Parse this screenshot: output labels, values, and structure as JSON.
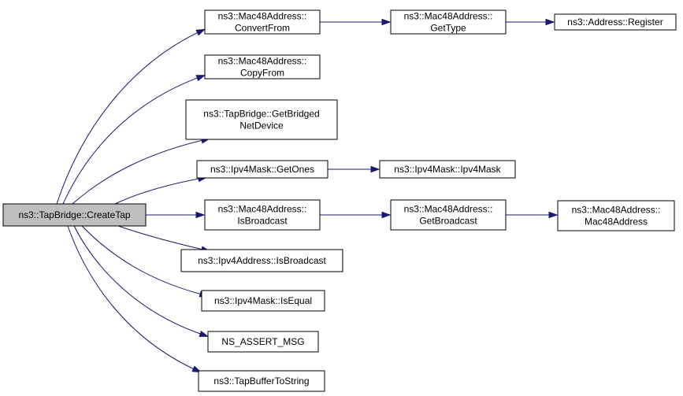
{
  "colors": {
    "root_fill": "#bfbfbf",
    "node_fill": "#ffffff",
    "node_stroke": "#000000",
    "edge": "#191970"
  },
  "nodes": {
    "create_tap": [
      "ns3::TapBridge::CreateTap"
    ],
    "convert_from": [
      "ns3::Mac48Address::",
      "ConvertFrom"
    ],
    "get_type": [
      "ns3::Mac48Address::",
      "GetType"
    ],
    "address_register": [
      "ns3::Address::Register"
    ],
    "copy_from": [
      "ns3::Mac48Address::",
      "CopyFrom"
    ],
    "get_bridged_net_device": [
      "ns3::TapBridge::GetBridged",
      "NetDevice"
    ],
    "get_ones": [
      "ns3::Ipv4Mask::GetOnes"
    ],
    "ipv4mask_ctor": [
      "ns3::Ipv4Mask::Ipv4Mask"
    ],
    "mac_is_broadcast": [
      "ns3::Mac48Address::",
      "IsBroadcast"
    ],
    "get_broadcast": [
      "ns3::Mac48Address::",
      "GetBroadcast"
    ],
    "mac48address_ctor": [
      "ns3::Mac48Address::",
      "Mac48Address"
    ],
    "ipv4_is_broadcast": [
      "ns3::Ipv4Address::IsBroadcast"
    ],
    "is_equal": [
      "ns3::Ipv4Mask::IsEqual"
    ],
    "ns_assert_msg": [
      "NS_ASSERT_MSG"
    ],
    "tap_buffer_to_string": [
      "ns3::TapBufferToString"
    ]
  },
  "edges": [
    [
      "create_tap",
      "convert_from"
    ],
    [
      "create_tap",
      "copy_from"
    ],
    [
      "create_tap",
      "get_bridged_net_device"
    ],
    [
      "create_tap",
      "get_ones"
    ],
    [
      "create_tap",
      "mac_is_broadcast"
    ],
    [
      "create_tap",
      "ipv4_is_broadcast"
    ],
    [
      "create_tap",
      "is_equal"
    ],
    [
      "create_tap",
      "ns_assert_msg"
    ],
    [
      "create_tap",
      "tap_buffer_to_string"
    ],
    [
      "convert_from",
      "get_type"
    ],
    [
      "get_type",
      "address_register"
    ],
    [
      "get_ones",
      "ipv4mask_ctor"
    ],
    [
      "mac_is_broadcast",
      "get_broadcast"
    ],
    [
      "get_broadcast",
      "mac48address_ctor"
    ]
  ]
}
